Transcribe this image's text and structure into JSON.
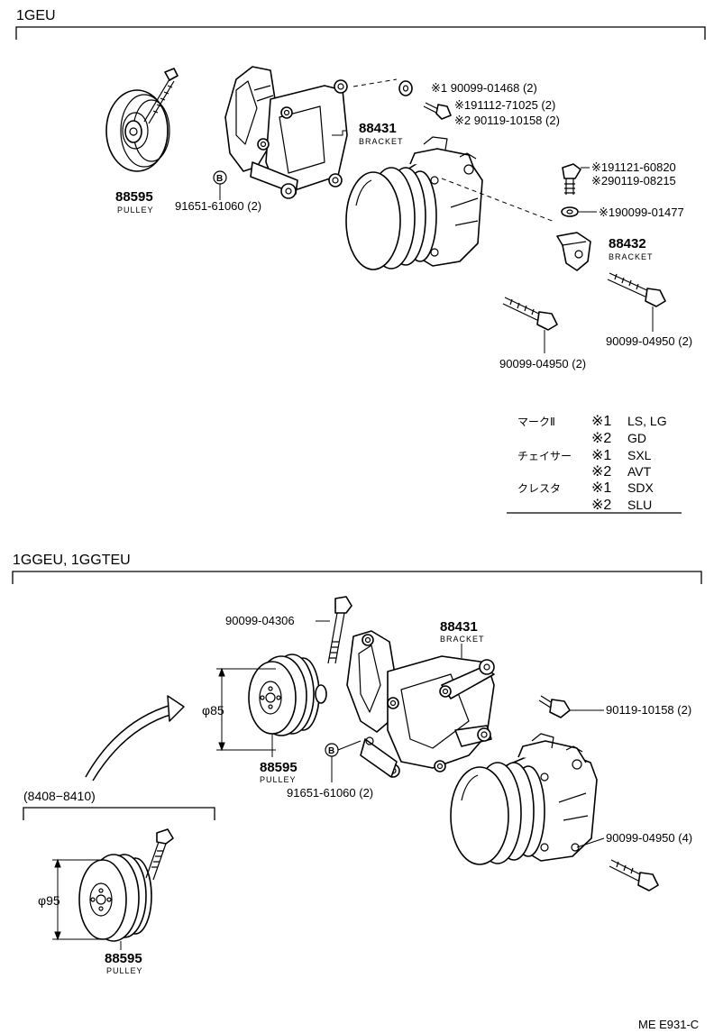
{
  "sections": {
    "top": {
      "title": "1GEU"
    },
    "bottom": {
      "title": "1GGEU, 1GGTEU"
    },
    "inset": {
      "title": "(8408−8410)"
    }
  },
  "top_labels": {
    "pulley_no": "88595",
    "pulley_name": "PULLEY",
    "bracket_no": "88431",
    "bracket_name": "BRACKET",
    "b_marker": "B",
    "bolt_91651": "91651-61060 (2)",
    "washer_01468": "※1 90099-01468 (2)",
    "bolt_71025": "※191112-71025 (2)",
    "bolt_10158": "※2 90119-10158 (2)",
    "bolt_60820": "※191121-60820",
    "bolt_08215": "※290119-08215",
    "washer_01477": "※190099-01477",
    "bracket2_no": "88432",
    "bracket2_name": "BRACKET",
    "bolt_04950_left": "90099-04950 (2)",
    "bolt_04950_right": "90099-04950 (2)"
  },
  "legend": {
    "rows": [
      {
        "model": "マークⅡ",
        "mark": "※1",
        "grade": "LS, LG"
      },
      {
        "model": "",
        "mark": "※2",
        "grade": "GD"
      },
      {
        "model": "チェイサー",
        "mark": "※1",
        "grade": "SXL"
      },
      {
        "model": "",
        "mark": "※2",
        "grade": "AVT"
      },
      {
        "model": "クレスタ",
        "mark": "※1",
        "grade": "SDX"
      },
      {
        "model": "",
        "mark": "※2",
        "grade": "SLU"
      }
    ]
  },
  "bottom_labels": {
    "bolt_04306": "90099-04306",
    "bracket_no": "88431",
    "bracket_name": "BRACKET",
    "dia_85": "φ85",
    "pulley_no": "88595",
    "pulley_name": "PULLEY",
    "b_marker": "B",
    "bolt_91651": "91651-61060 (2)",
    "bolt_10158": "90119-10158 (2)",
    "bolt_04950": "90099-04950 (4)",
    "dia_95": "φ95",
    "inset_pulley_no": "88595",
    "inset_pulley_name": "PULLEY"
  },
  "footer": {
    "code": "ME E931-C"
  }
}
